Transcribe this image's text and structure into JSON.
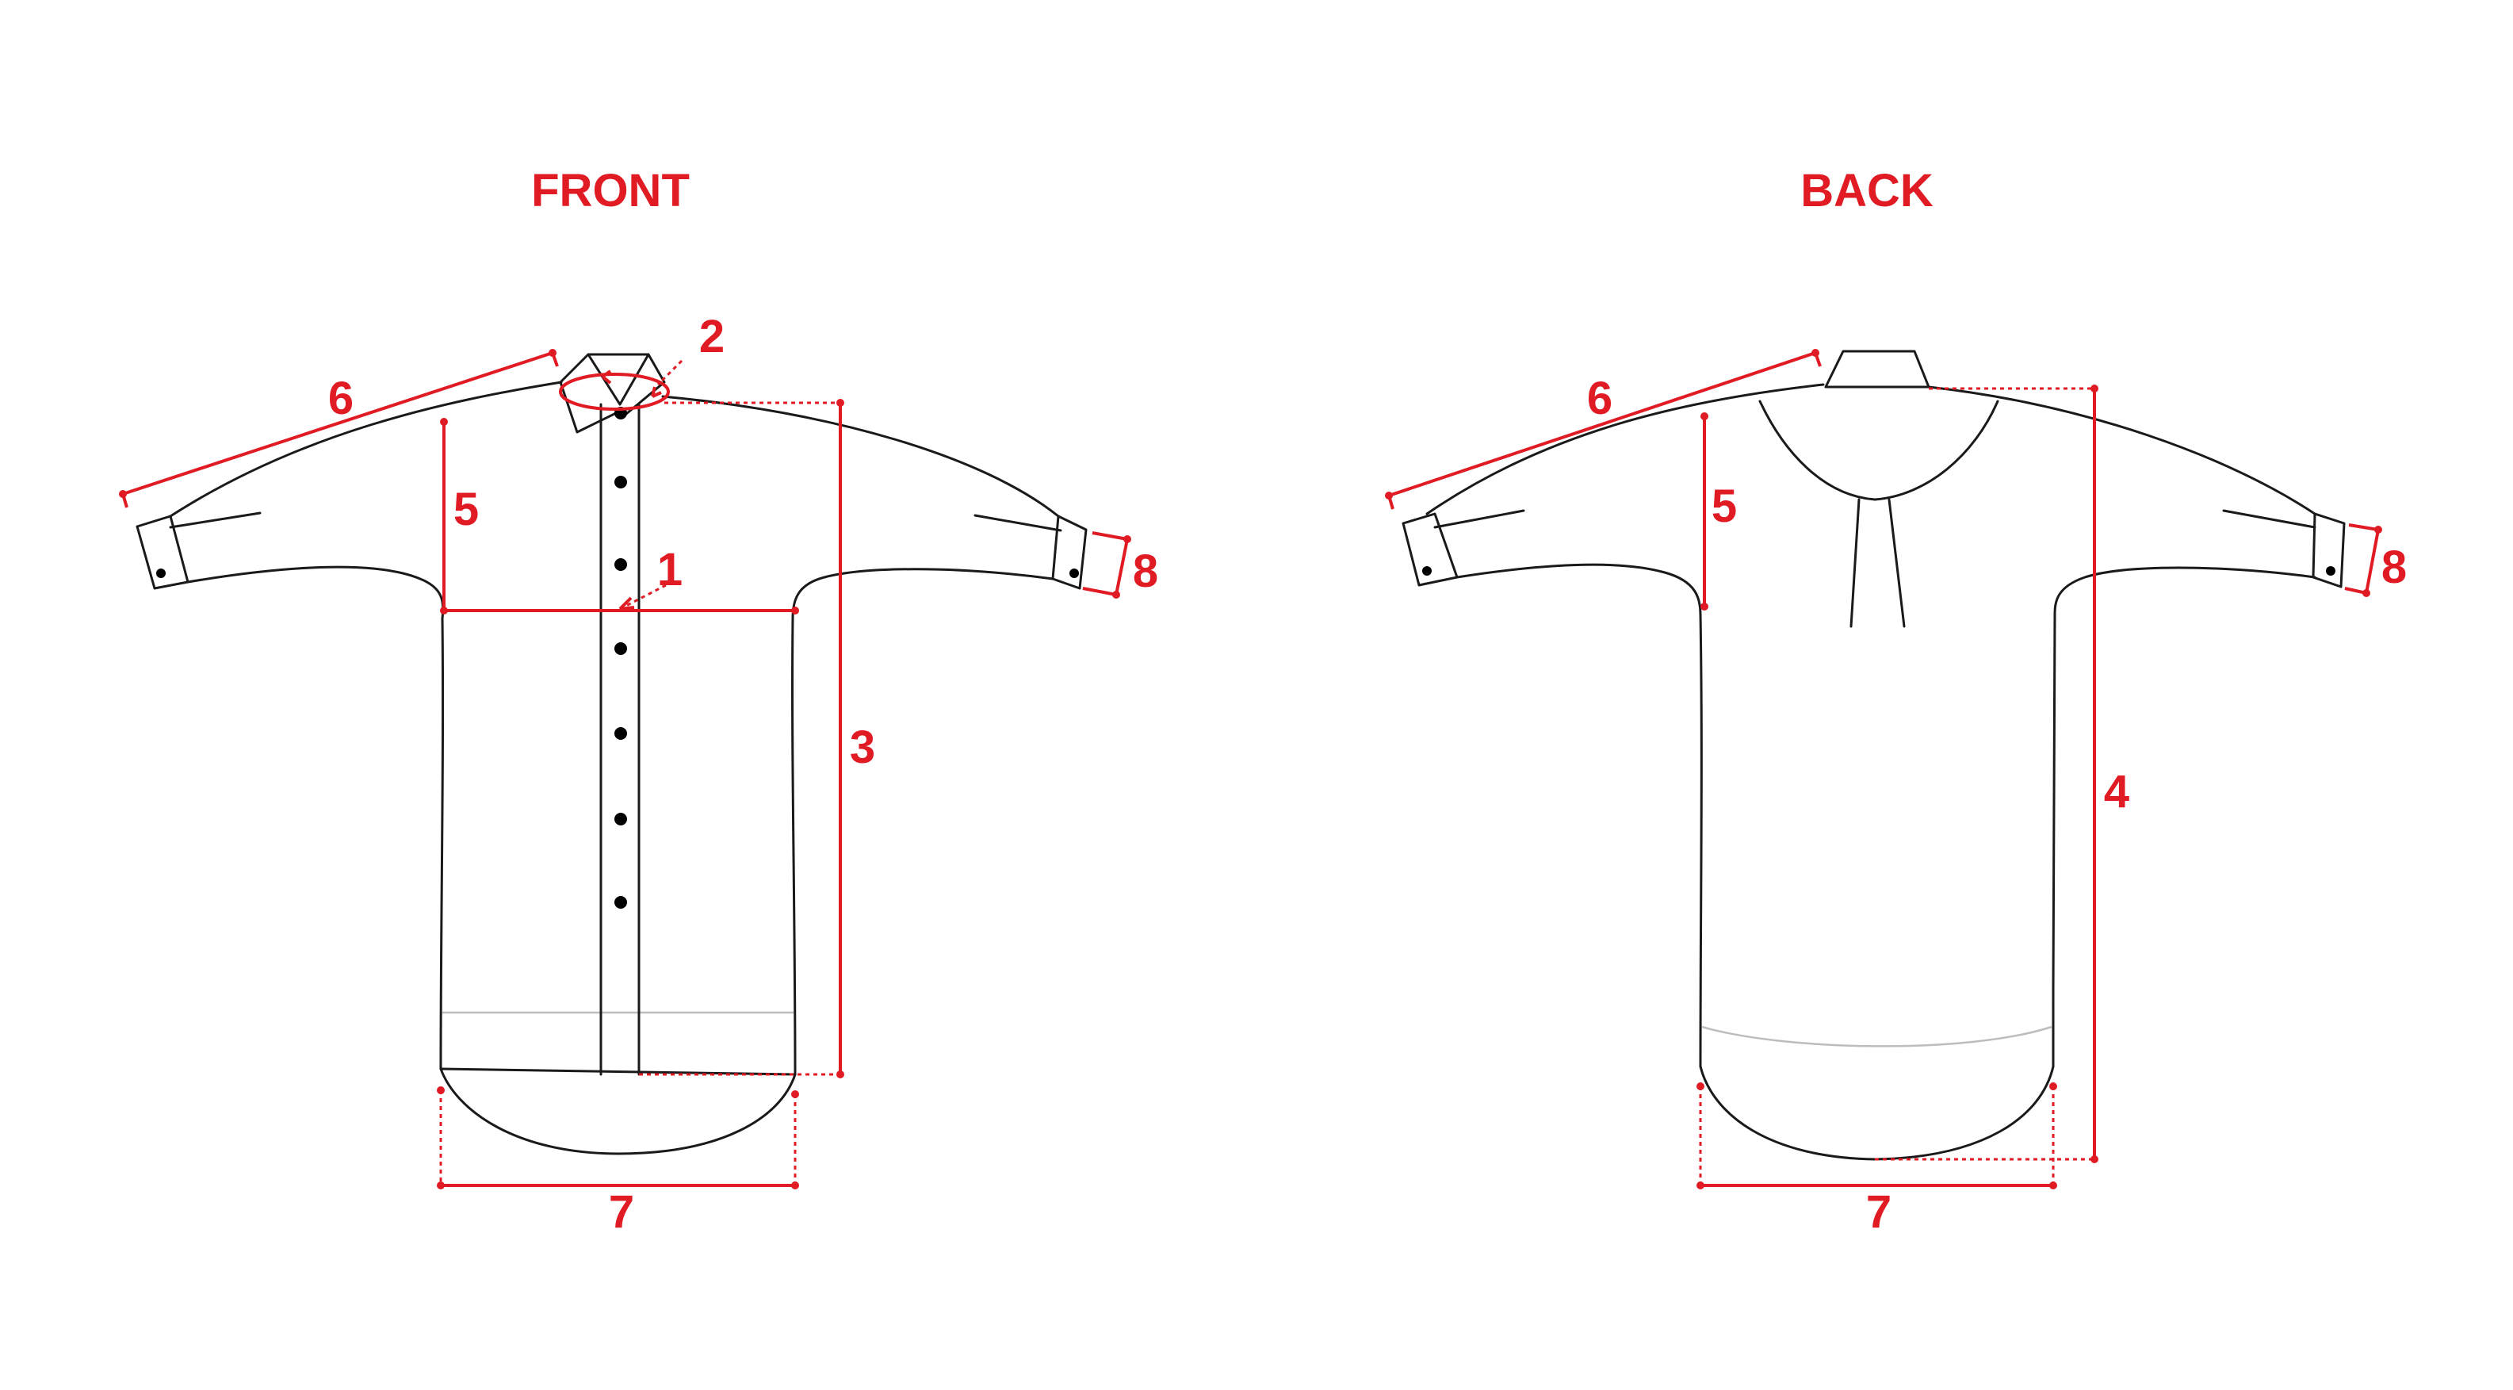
{
  "front": {
    "title": "FRONT",
    "labels": {
      "m1": "1",
      "m2": "2",
      "m3": "3",
      "m5": "5",
      "m6": "6",
      "m7": "7",
      "m8": "8"
    }
  },
  "back": {
    "title": "BACK",
    "labels": {
      "m4": "4",
      "m5": "5",
      "m6": "6",
      "m7": "7",
      "m8": "8"
    }
  },
  "colors": {
    "accent": "#e01b24",
    "outline": "#1a1a1a"
  }
}
